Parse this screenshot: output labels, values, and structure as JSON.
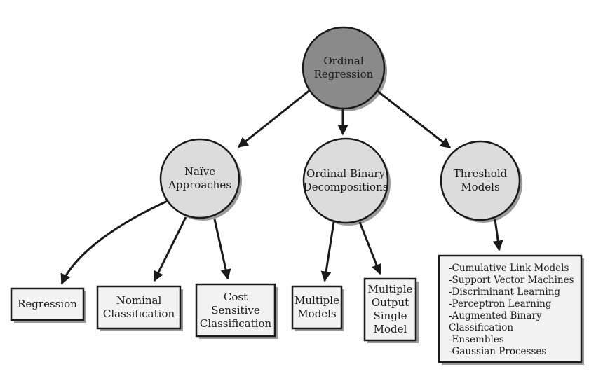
{
  "root": {
    "label": "Ordinal\nRegression"
  },
  "categories": {
    "naive": "Naïve\nApproaches",
    "binary": "Ordinal Binary\nDecompositions",
    "threshold": "Threshold\nModels"
  },
  "leaves": {
    "regression": "Regression",
    "nominal": "Nominal\nClassification",
    "cost": "Cost\nSensitive\nClassification",
    "multiple_models": "Multiple\nModels",
    "multiple_output": "Multiple\nOutput\nSingle\nModel"
  },
  "threshold_list": [
    "-Cumulative Link Models",
    "-Support Vector Machines",
    "-Discriminant Learning",
    "-Perceptron Learning",
    "-Augmented Binary",
    "Classification",
    "-Ensembles",
    "-Gaussian Processes"
  ],
  "colors": {
    "root_fill": "#8a8a8a",
    "node_fill": "#dcdcdc",
    "box_fill": "#f2f2f2",
    "stroke": "#1a1a1a",
    "shadow": "#9a9a9a"
  }
}
